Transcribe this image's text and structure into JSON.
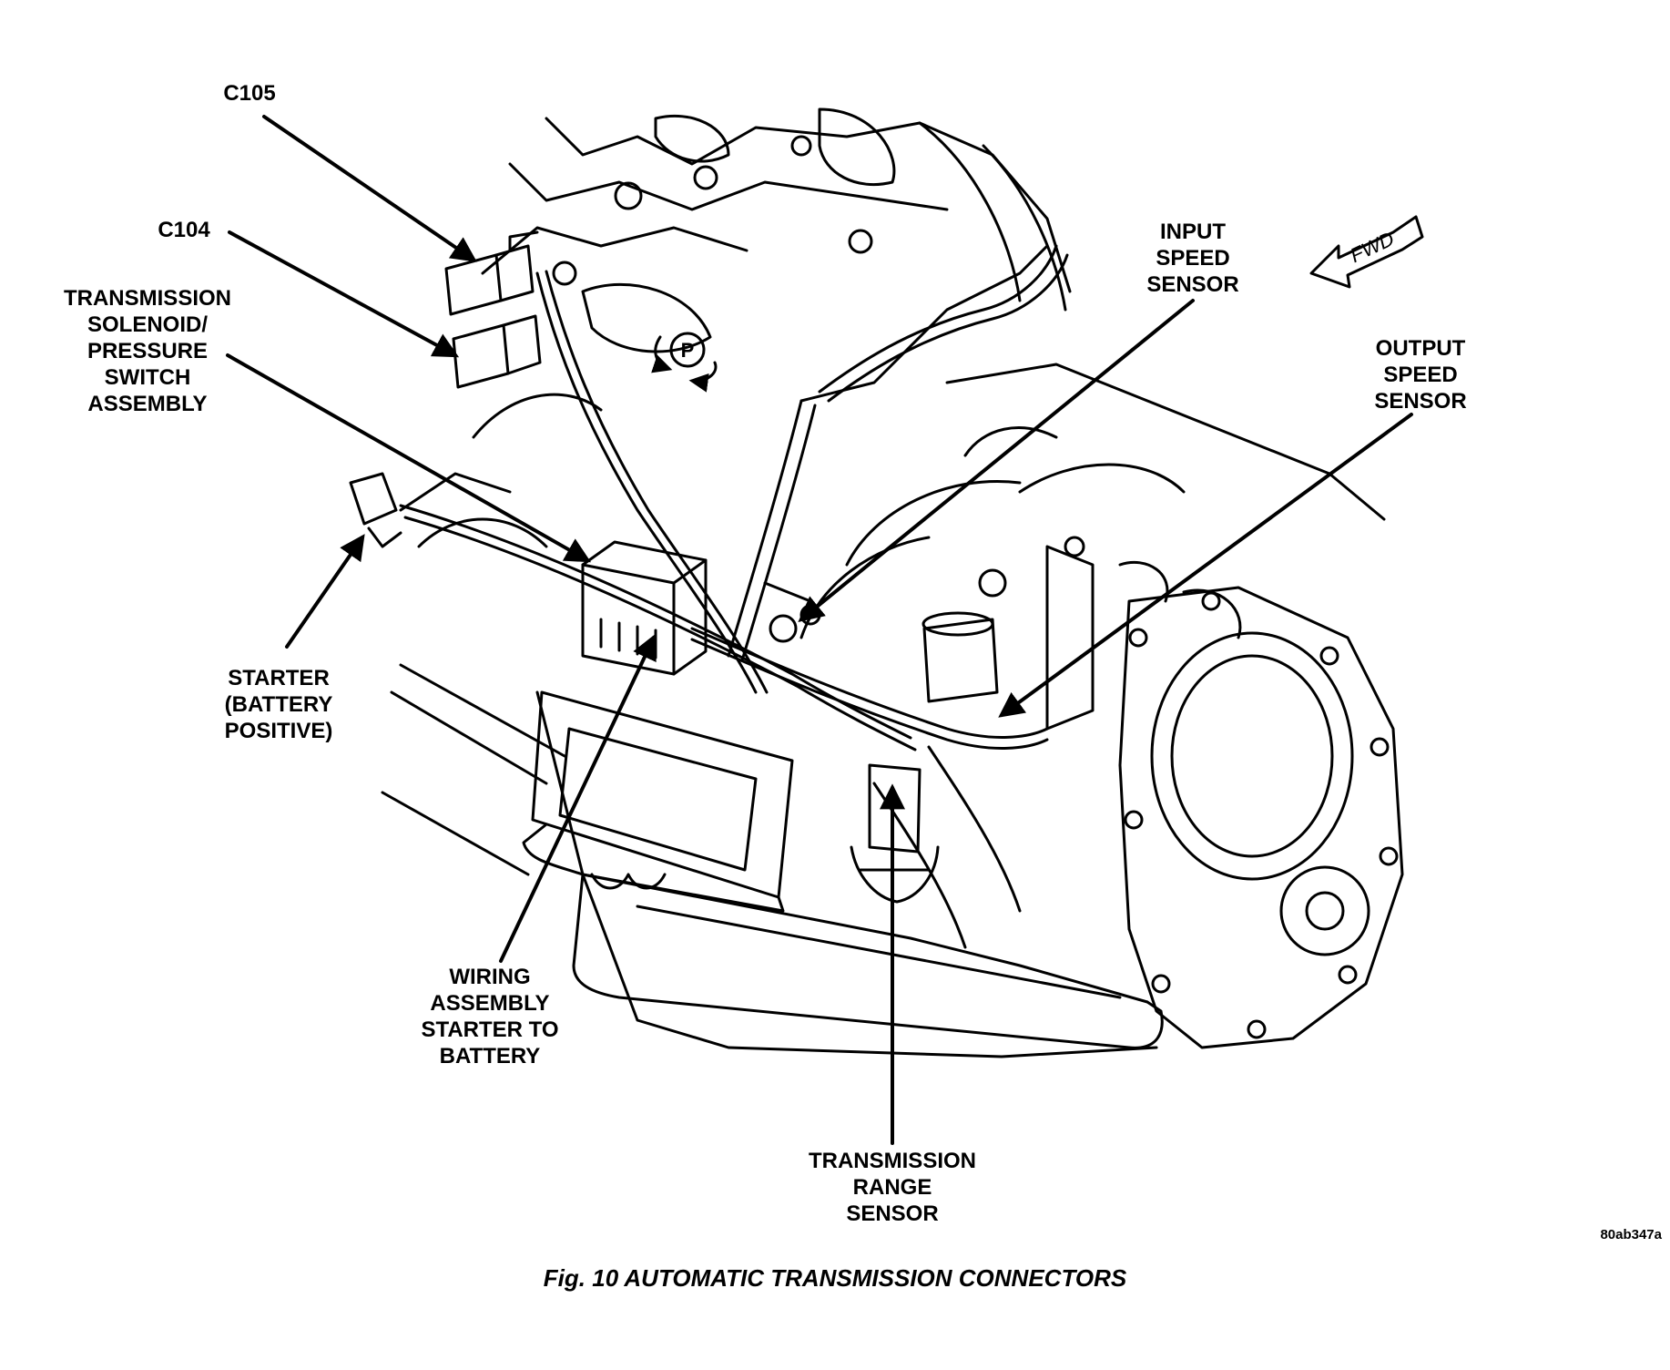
{
  "figure": {
    "caption": "Fig. 10 AUTOMATIC TRANSMISSION CONNECTORS",
    "code": "80ab347a",
    "fwd": "FWD",
    "park_symbol": "P"
  },
  "labels": {
    "c105": [
      "C105"
    ],
    "c104": [
      "C104"
    ],
    "solenoid": [
      "TRANSMISSION",
      "SOLENOID/",
      "PRESSURE",
      "SWITCH",
      "ASSEMBLY"
    ],
    "starter": [
      "STARTER",
      "(BATTERY",
      "POSITIVE)"
    ],
    "wiring": [
      "WIRING",
      "ASSEMBLY",
      "STARTER TO",
      "BATTERY"
    ],
    "range": [
      "TRANSMISSION",
      "RANGE",
      "SENSOR"
    ],
    "input": [
      "INPUT",
      "SPEED",
      "SENSOR"
    ],
    "output": [
      "OUTPUT",
      "SPEED",
      "SENSOR"
    ]
  }
}
